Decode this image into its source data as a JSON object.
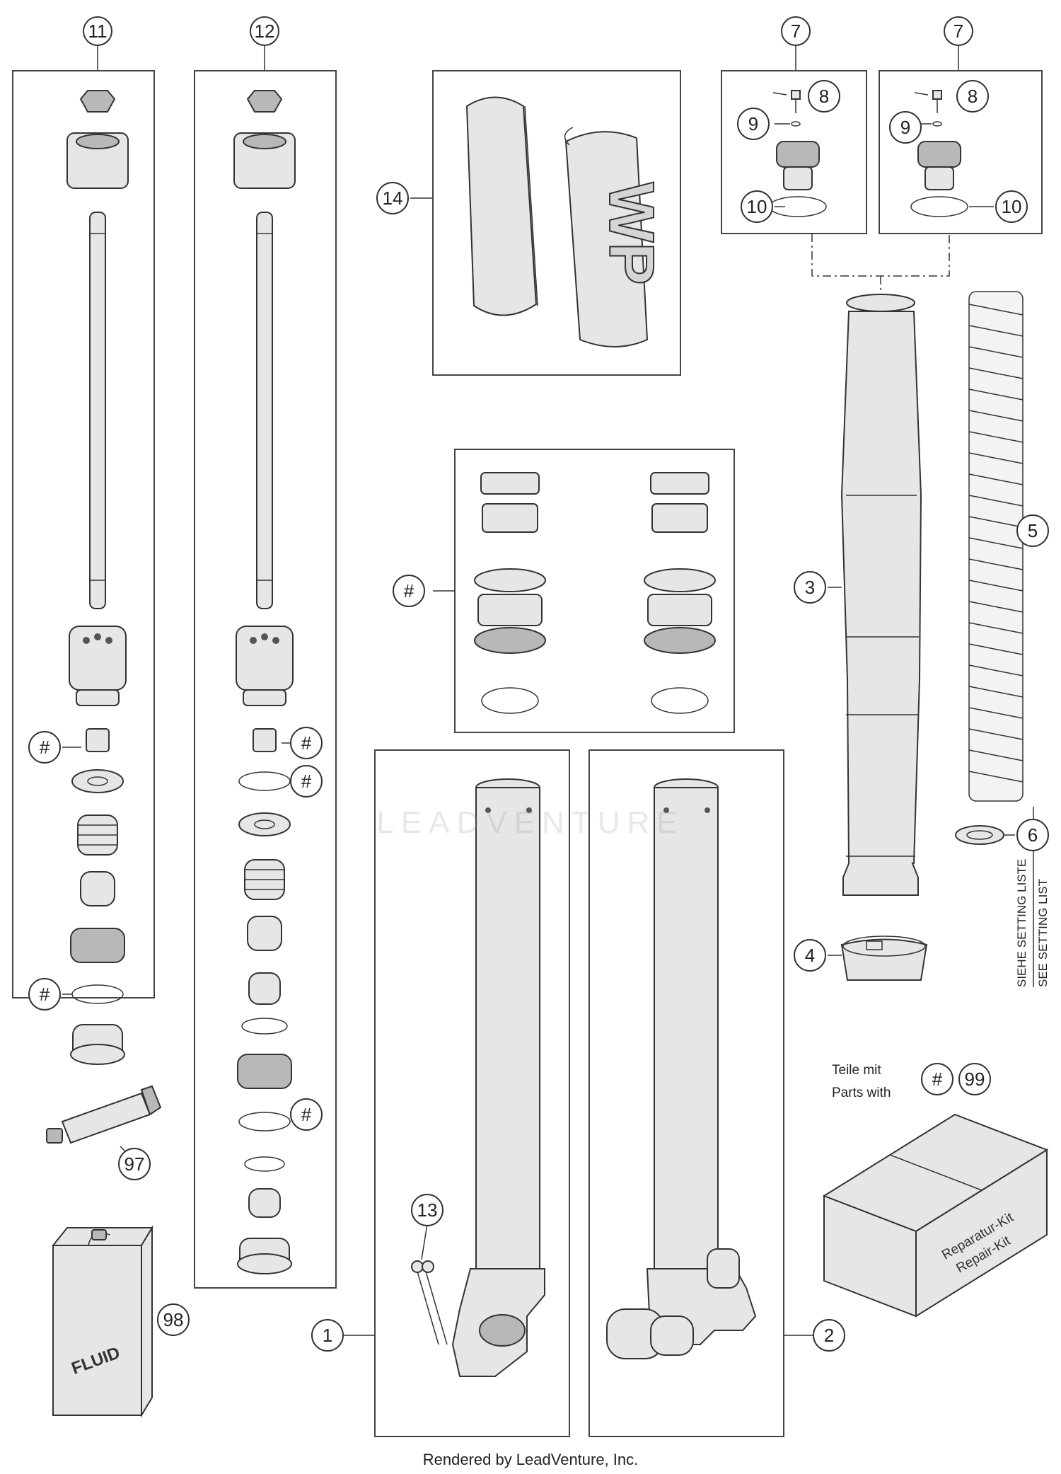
{
  "callouts": {
    "c1": "1",
    "c2": "2",
    "c3": "3",
    "c4": "4",
    "c5": "5",
    "c6": "6",
    "c7a": "7",
    "c7b": "7",
    "c8a": "8",
    "c8b": "8",
    "c9a": "9",
    "c9b": "9",
    "c10a": "10",
    "c10b": "10",
    "c11": "11",
    "c12": "12",
    "c13": "13",
    "c14": "14",
    "c97": "97",
    "c98": "98",
    "c99": "99",
    "hash": "#"
  },
  "kit_note": {
    "line1": "Teile mit",
    "line2": "Parts with"
  },
  "repair_kit_box": {
    "line1": "Reparatur-Kit",
    "line2": "Repair-Kit"
  },
  "setting_list": {
    "de": "SIEHE SETTING LISTE",
    "en": "SEE SETTING LIST"
  },
  "guard_logo": "WP",
  "fluid_can": "FLUID",
  "watermark": "LEADVENTURE",
  "footer": "Rendered by LeadVenture, Inc."
}
